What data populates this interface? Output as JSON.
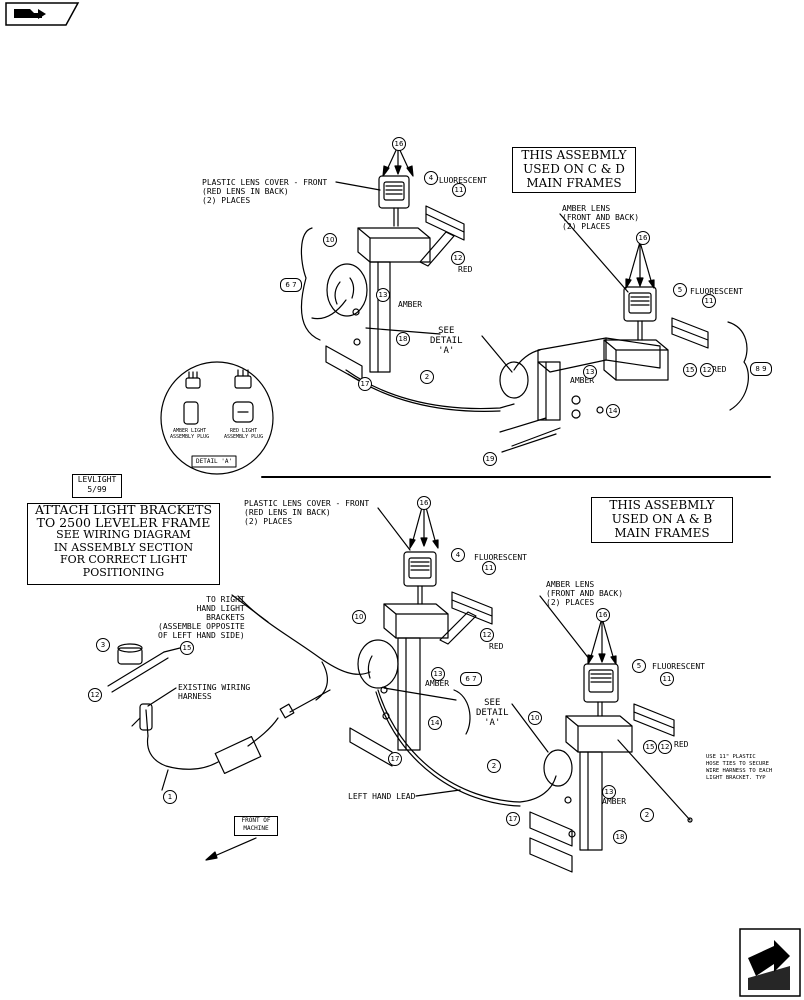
{
  "boxes": {
    "top_assembly": [
      "THIS ASSEBMLY",
      "USED ON C & D",
      "MAIN FRAMES"
    ],
    "bottom_assembly": [
      "THIS ASSEBMLY",
      "USED ON A & B",
      "MAIN FRAMES"
    ],
    "attach": [
      "ATTACH LIGHT BRACKETS",
      "TO 2500 LEVELER FRAME",
      "SEE WIRING DIAGRAM",
      "IN ASSEMBLY SECTION",
      "FOR CORRECT LIGHT",
      "POSITIONING"
    ],
    "levlight": [
      "LEVLIGHT",
      "5/99"
    ],
    "front": [
      "FRONT OF",
      "MACHINE"
    ]
  },
  "top": {
    "plastic_lens": [
      "PLASTIC LENS COVER - FRONT",
      "(RED LENS IN BACK)",
      "(2) PLACES"
    ],
    "fluorescent_left": "FLUORESCENT",
    "red_left": "RED",
    "amber_left": "AMBER",
    "see_detail": [
      "SEE",
      "DETAIL",
      "'A'"
    ],
    "amber_lens": [
      "AMBER LENS",
      "(FRONT AND BACK)",
      "(2) PLACES"
    ],
    "fluorescent_right": "FLUORESCENT",
    "amber_right": "AMBER",
    "red_right": "RED"
  },
  "detail": {
    "amber_plug": [
      "AMBER LIGHT",
      "ASSEMBLY PLUG"
    ],
    "red_plug": [
      "RED LIGHT",
      "ASSEMBLY PLUG"
    ],
    "title": "DETAIL 'A'"
  },
  "bottom": {
    "plastic_lens": [
      "PLASTIC LENS COVER - FRONT",
      "(RED LENS IN BACK)",
      "(2) PLACES"
    ],
    "fluorescent_left": "FLUORESCENT",
    "red_left": "RED",
    "amber_left": "AMBER",
    "see_detail": [
      "SEE",
      "DETAIL",
      "'A'"
    ],
    "amber_lens": [
      "AMBER LENS",
      "(FRONT AND BACK)",
      "(2) PLACES"
    ],
    "fluorescent_right": "FLUORESCENT",
    "red_right": "RED",
    "amber_right": "AMBER",
    "to_right": [
      "TO RIGHT",
      "HAND LIGHT",
      "BRACKETS",
      "(ASSEMBLE OPPOSITE",
      "OF LEFT HAND SIDE)"
    ],
    "existing": [
      "EXISTING WIRING",
      "HARNESS"
    ],
    "left_lead": "LEFT HAND LEAD",
    "use_ties": [
      "USE 11\" PLASTIC",
      "HOSE TIES TO SECURE",
      "WIRE HARNESS TO EACH",
      "LIGHT BRACKET. TYP"
    ]
  },
  "callouts": {
    "c16a": "16",
    "c4a": "4",
    "c11a": "11",
    "c10a": "10",
    "c12a": "12",
    "c67a": "6 7",
    "c13a": "13",
    "c18a": "18",
    "c17a": "17",
    "c2a": "2",
    "c16b": "16",
    "c5a": "5",
    "c11b": "11",
    "c13b": "13",
    "c15a": "15",
    "c12b": "12",
    "c89": "8 9",
    "c14a": "14",
    "c19a": "19",
    "c16c": "16",
    "c4b": "4",
    "c11c": "11",
    "c10b": "10",
    "c12c": "12",
    "c67b": "6 7",
    "c13c": "13",
    "c14b": "14",
    "c17b": "17",
    "c2b": "2",
    "c16d": "16",
    "c5b": "5",
    "c11d": "11",
    "c10c": "10",
    "c15b": "15",
    "c12d": "12",
    "c13d": "13",
    "c2c": "2",
    "c17c": "17",
    "c18b": "18",
    "c3": "3",
    "c15c": "15",
    "c12e": "12",
    "c1": "1"
  }
}
